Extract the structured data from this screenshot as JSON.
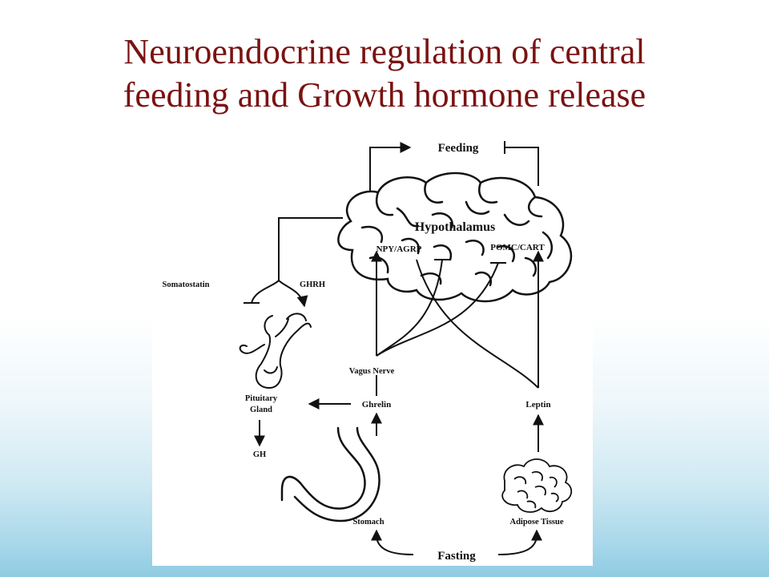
{
  "slide": {
    "title_line1": "Neuroendocrine regulation of central",
    "title_line2": "feeding and Growth hormone release"
  },
  "diagram": {
    "feeding": "Feeding",
    "hypothalamus": "Hypothalamus",
    "npy_agrp": "NPY/AGRP",
    "pomc_cart": "POMC/CART",
    "somatostatin": "Somatostatin",
    "ghrh": "GHRH",
    "vagus_nerve": "Vagus Nerve",
    "pituitary_line1": "Pituitary",
    "pituitary_line2": "Gland",
    "ghrelin": "Ghrelin",
    "leptin": "Leptin",
    "gh": "GH",
    "stomach": "Stomach",
    "adipose_tissue": "Adipose Tissue",
    "fasting": "Fasting"
  },
  "colors": {
    "title": "#7a1212",
    "ink": "#111111"
  }
}
